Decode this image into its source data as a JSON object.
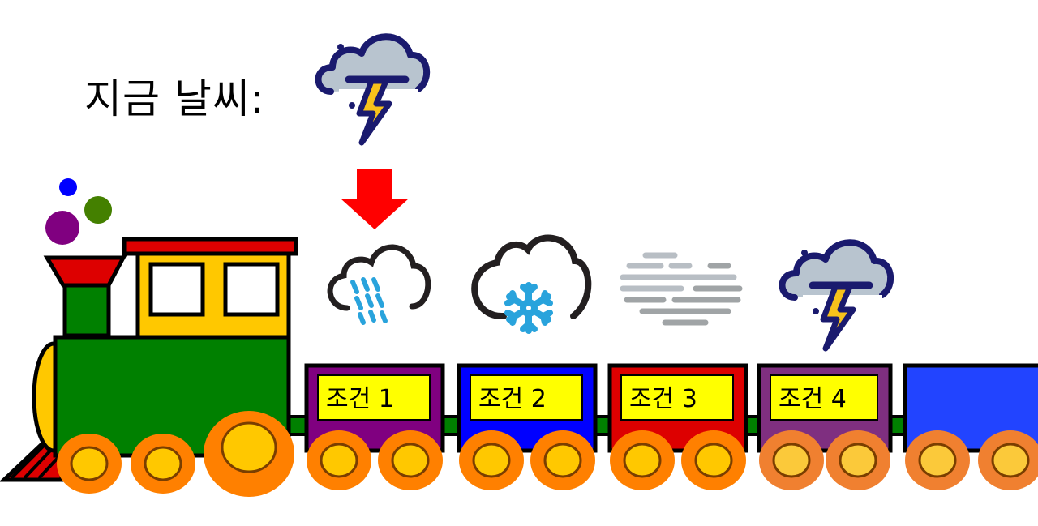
{
  "title": "지금 날씨:",
  "current_weather": {
    "icon": "thunderstorm-icon"
  },
  "pointer": {
    "icon": "arrow-down-icon",
    "points_to": "조건 1",
    "color": "#ff0000"
  },
  "engine": {
    "colors": {
      "body": "#008000",
      "cab": "#ffc800",
      "roof": "#dd0000",
      "chimney_top": "#dd0000",
      "chimney": "#008000",
      "wheel": "#ff8000",
      "wheel_hub": "#ffc800"
    },
    "smoke_colors": [
      "#0000ff",
      "#448000",
      "#800080"
    ]
  },
  "cars": [
    {
      "label": "조건 1",
      "color": "#800080",
      "weather_icon": "rain-icon"
    },
    {
      "label": "조건 2",
      "color": "#0000ff",
      "weather_icon": "snow-icon"
    },
    {
      "label": "조건 3",
      "color": "#dd0000",
      "weather_icon": "fog-icon"
    },
    {
      "label": "조건 4",
      "color": "#7f2f80",
      "weather_icon": "thunderstorm-icon"
    },
    {
      "label": "",
      "color": "#2244ff",
      "weather_icon": ""
    }
  ],
  "label_bg": "#ffff00"
}
